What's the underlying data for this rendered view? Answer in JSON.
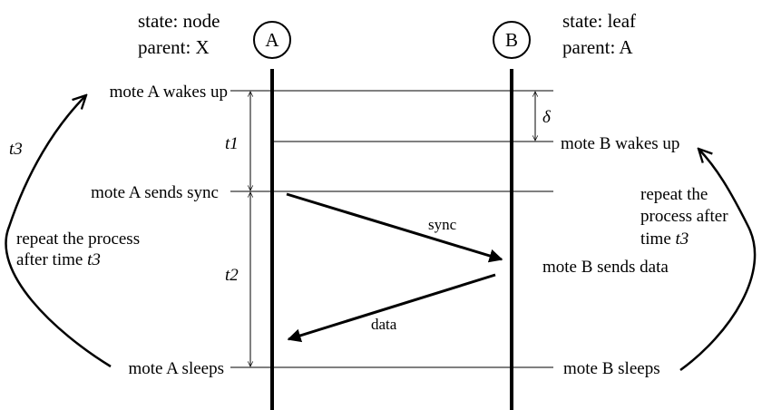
{
  "nodes": {
    "a": {
      "name": "A",
      "state": "state: node",
      "parent": "parent: X"
    },
    "b": {
      "name": "B",
      "state": "state: leaf",
      "parent": "parent: A"
    }
  },
  "events": {
    "a_wakes": "mote A wakes up",
    "b_wakes": "mote B wakes up",
    "a_sync": "mote A sends sync",
    "b_data": "mote B sends data",
    "a_sleeps": "mote A sleeps",
    "b_sleeps": "mote B sleeps"
  },
  "messages": {
    "sync": "sync",
    "data": "data"
  },
  "intervals": {
    "t1": "t1",
    "t2": "t2",
    "delta": "δ",
    "t3": "t3"
  },
  "repeat_left": {
    "line1": "repeat the process",
    "line2_prefix": "after time ",
    "line2_var": "t3"
  },
  "repeat_right": {
    "line1": "repeat the",
    "line2": "process after",
    "line3_prefix": "time ",
    "line3_var": "t3"
  }
}
